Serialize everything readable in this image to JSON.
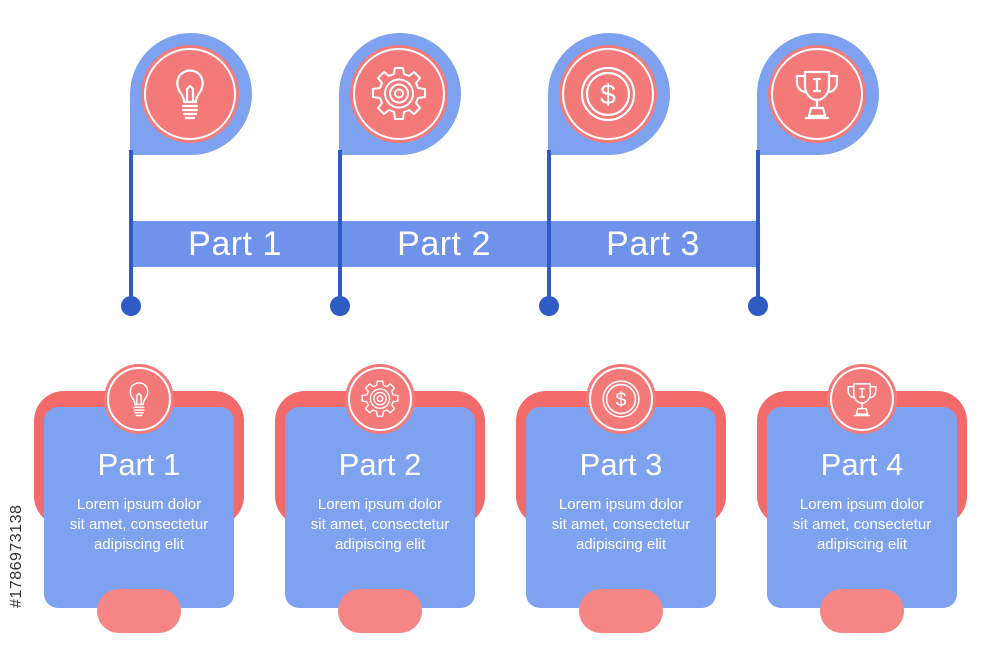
{
  "colors": {
    "band": "#6f93eb",
    "bubble": "#7ea2ef",
    "coral": "#f47a7a",
    "card_back": "#f26a6a",
    "pole": "#2f5cc4",
    "text_on_color": "#ffffff"
  },
  "timeline": {
    "segments": [
      {
        "label": "Part 1"
      },
      {
        "label": "Part 2"
      },
      {
        "label": "Part 3"
      }
    ],
    "pins": [
      {
        "icon": "lightbulb-icon"
      },
      {
        "icon": "gear-icon"
      },
      {
        "icon": "dollar-coin-icon"
      },
      {
        "icon": "trophy-icon"
      }
    ]
  },
  "cards": [
    {
      "title": "Part 1",
      "text_line1": "Lorem ipsum dolor",
      "text_line2": "sit amet, consectetur",
      "text_line3": "adipiscing elit",
      "icon": "lightbulb-icon"
    },
    {
      "title": "Part 2",
      "text_line1": "Lorem ipsum dolor",
      "text_line2": "sit amet, consectetur",
      "text_line3": "adipiscing elit",
      "icon": "gear-icon"
    },
    {
      "title": "Part 3",
      "text_line1": "Lorem ipsum dolor",
      "text_line2": "sit amet, consectetur",
      "text_line3": "adipiscing elit",
      "icon": "dollar-coin-icon"
    },
    {
      "title": "Part 4",
      "text_line1": "Lorem ipsum dolor",
      "text_line2": "sit amet, consectetur",
      "text_line3": "adipiscing elit",
      "icon": "trophy-icon"
    }
  ],
  "credit": "#178697313​8"
}
